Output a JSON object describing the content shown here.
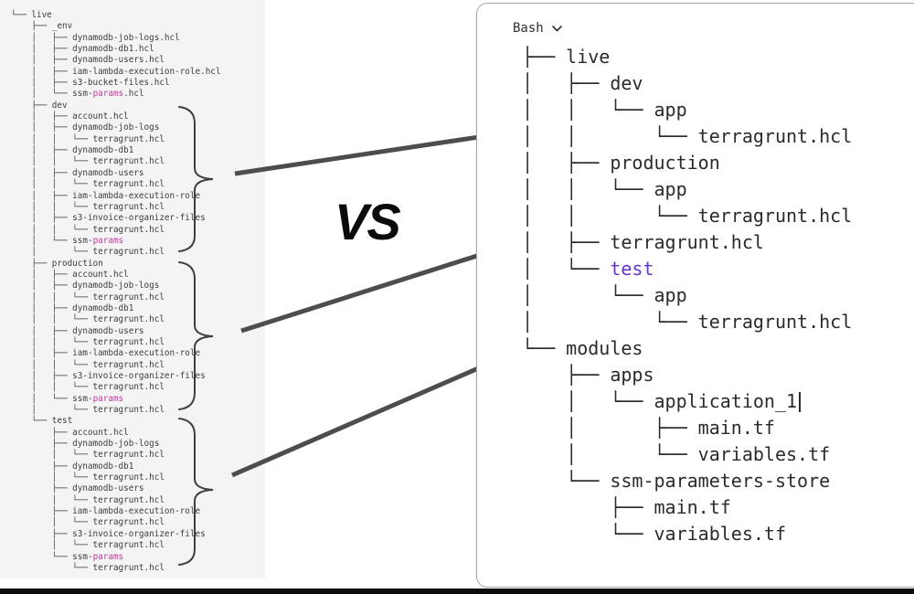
{
  "vs_label": "VS",
  "colors": {
    "left_background": "#f4f4f4",
    "magenta": "#c0399e",
    "purple": "#6435c9",
    "left_tree_text": "#3d3d3d",
    "right_tree_text": "#2b2b2b",
    "arrow": "#4d4d4d",
    "brace": "#3f3f3f",
    "panel_border": "#a5a5a5",
    "bottom_bar": "#0d0d0d"
  },
  "left_terminal": {
    "tree_lines": [
      [
        {
          "t": "└── live"
        }
      ],
      [
        {
          "t": "    ├── _env"
        }
      ],
      [
        {
          "t": "    │   ├── dynamodb-job-logs.hcl"
        }
      ],
      [
        {
          "t": "    │   ├── dynamodb-db1.hcl"
        }
      ],
      [
        {
          "t": "    │   ├── dynamodb-users.hcl"
        }
      ],
      [
        {
          "t": "    │   ├── iam-lambda-execution-role.hcl"
        }
      ],
      [
        {
          "t": "    │   ├── s3-bucket-files.hcl"
        }
      ],
      [
        {
          "t": "    │   └── ssm-"
        },
        {
          "t": "params",
          "c": "magenta"
        },
        {
          "t": ".hcl"
        }
      ],
      [
        {
          "t": "    ├── dev"
        }
      ],
      [
        {
          "t": "    │   ├── account.hcl"
        }
      ],
      [
        {
          "t": "    │   ├── dynamodb-job-logs"
        }
      ],
      [
        {
          "t": "    │   │   └── terragrunt.hcl"
        }
      ],
      [
        {
          "t": "    │   ├── dynamodb-db1"
        }
      ],
      [
        {
          "t": "    │   │   └── terragrunt.hcl"
        }
      ],
      [
        {
          "t": "    │   ├── dynamodb-users"
        }
      ],
      [
        {
          "t": "    │   │   └── terragrunt.hcl"
        }
      ],
      [
        {
          "t": "    │   ├── iam-lambda-execution-role"
        }
      ],
      [
        {
          "t": "    │   │   └── terragrunt.hcl"
        }
      ],
      [
        {
          "t": "    │   ├── s3-invoice-organizer-files"
        }
      ],
      [
        {
          "t": "    │   │   └── terragrunt.hcl"
        }
      ],
      [
        {
          "t": "    │   └── ssm-"
        },
        {
          "t": "params",
          "c": "magenta"
        }
      ],
      [
        {
          "t": "    │       └── terragrunt.hcl"
        }
      ],
      [
        {
          "t": "    ├── production"
        }
      ],
      [
        {
          "t": "    │   ├── account.hcl"
        }
      ],
      [
        {
          "t": "    │   ├── dynamodb-job-logs"
        }
      ],
      [
        {
          "t": "    │   │   └── terragrunt.hcl"
        }
      ],
      [
        {
          "t": "    │   ├── dynamodb-db1"
        }
      ],
      [
        {
          "t": "    │   │   └── terragrunt.hcl"
        }
      ],
      [
        {
          "t": "    │   ├── dynamodb-users"
        }
      ],
      [
        {
          "t": "    │   │   └── terragrunt.hcl"
        }
      ],
      [
        {
          "t": "    │   ├── iam-lambda-execution-role"
        }
      ],
      [
        {
          "t": "    │   │   └── terragrunt.hcl"
        }
      ],
      [
        {
          "t": "    │   ├── s3-invoice-organizer-files"
        }
      ],
      [
        {
          "t": "    │   │   └── terragrunt.hcl"
        }
      ],
      [
        {
          "t": "    │   └── ssm-"
        },
        {
          "t": "params",
          "c": "magenta"
        }
      ],
      [
        {
          "t": "    │       └── terragrunt.hcl"
        }
      ],
      [
        {
          "t": "    └── test"
        }
      ],
      [
        {
          "t": "        ├── account.hcl"
        }
      ],
      [
        {
          "t": "        ├── dynamodb-job-logs"
        }
      ],
      [
        {
          "t": "        │   └── terragrunt.hcl"
        }
      ],
      [
        {
          "t": "        ├── dynamodb-db1"
        }
      ],
      [
        {
          "t": "        │   └── terragrunt.hcl"
        }
      ],
      [
        {
          "t": "        ├── dynamodb-users"
        }
      ],
      [
        {
          "t": "        │   └── terragrunt.hcl"
        }
      ],
      [
        {
          "t": "        ├── iam-lambda-execution-role"
        }
      ],
      [
        {
          "t": "        │   └── terragrunt.hcl"
        }
      ],
      [
        {
          "t": "        ├── s3-invoice-organizer-files"
        }
      ],
      [
        {
          "t": "        │   └── terragrunt.hcl"
        }
      ],
      [
        {
          "t": "        └── ssm-"
        },
        {
          "t": "params",
          "c": "magenta"
        }
      ],
      [
        {
          "t": "            └── terragrunt.hcl"
        }
      ]
    ]
  },
  "code_panel": {
    "header_label": "Bash",
    "tree_lines": [
      [
        {
          "t": "├── live"
        }
      ],
      [
        {
          "t": "│   ├── dev"
        }
      ],
      [
        {
          "t": "│   │   └── app"
        }
      ],
      [
        {
          "t": "│   │       └── terragrunt.hcl"
        }
      ],
      [
        {
          "t": "│   ├── production"
        }
      ],
      [
        {
          "t": "│   │   └── app"
        }
      ],
      [
        {
          "t": "│   │       └── terragrunt.hcl"
        }
      ],
      [
        {
          "t": "│   ├── terragrunt.hcl"
        }
      ],
      [
        {
          "t": "│   └── "
        },
        {
          "t": "test",
          "c": "purple"
        }
      ],
      [
        {
          "t": "│       └── app"
        }
      ],
      [
        {
          "t": "│           └── terragrunt.hcl"
        }
      ],
      [
        {
          "t": "└── modules"
        }
      ],
      [
        {
          "t": "    ├── apps"
        }
      ],
      [
        {
          "t": "    │   └── application_1",
          "cursor": true
        }
      ],
      [
        {
          "t": "    │       ├── main.tf"
        }
      ],
      [
        {
          "t": "    │       └── variables.tf"
        }
      ],
      [
        {
          "t": "    └── ssm-parameters-store"
        }
      ],
      [
        {
          "t": "        ├── main.tf"
        }
      ],
      [
        {
          "t": "        └── variables.tf"
        }
      ]
    ]
  }
}
